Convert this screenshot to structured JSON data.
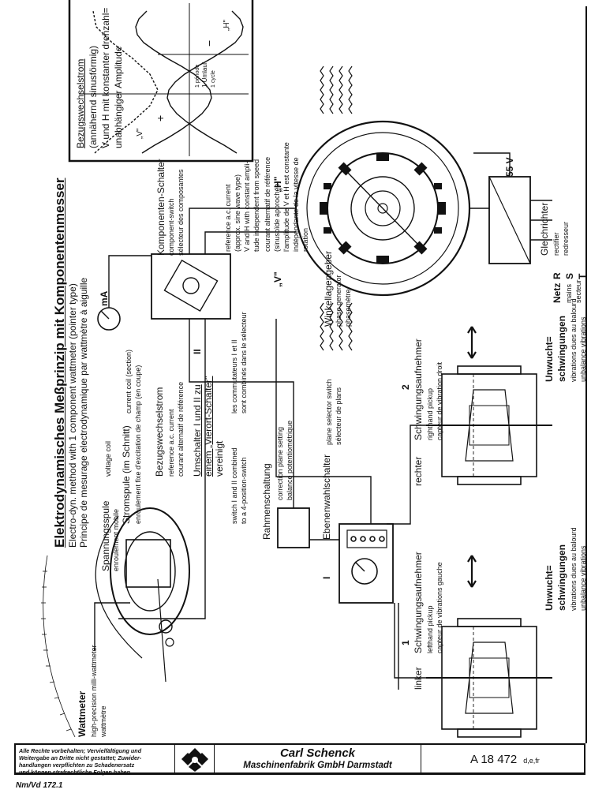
{
  "title": "Elektrodynamisches Meßprinzip mit Komponentenmesser",
  "subtitle_en": "Electro-dyn. method with 1 component wattmeter (pointer type)",
  "subtitle_fr": "Principe de mesurage electrodynamique par wattmètre à aiguille",
  "wattmeter": {
    "de": "Wattmeter",
    "en": "high-precision milli-wattmeter",
    "fr": "wattmètre"
  },
  "voltage_coil": {
    "de": "Spannungsspule",
    "en": "voltage coil",
    "fr": "enroulement mobile"
  },
  "current_coil": {
    "de": "Stromspule (im Schnitt)",
    "en": "current coil (section)",
    "fr": "enroulement fixe d'excitation de champ (en coupe)"
  },
  "ref_current": {
    "de": "Bezugswechselstrom",
    "en": "reference a.c. current",
    "fr": "courant alternatif de référence"
  },
  "switches_combined": {
    "de1": "Umschalter I und II zu",
    "de2": "einem „Vierort-Schalter\"",
    "de3": "vereinigt",
    "en1": "switch I and II combined",
    "en2": "to a 4-position-switch",
    "fr1": "les commutateurs I et II",
    "fr2": "sont combinés dans le sélecteur"
  },
  "frame_circuit": {
    "de": "Rahmenschaltung",
    "en": "correction plane setting",
    "fr": "balance potentiométrique"
  },
  "plane_switch": {
    "de": "Ebenenwahlschalter",
    "en": "plane selector switch",
    "fr": "sélecteur de plans"
  },
  "component_switch": {
    "de": "Komponenten-Schalter",
    "en": "component-switch",
    "fr": "sélecteur des composantes"
  },
  "ma_label": "mA",
  "roman_1": "I",
  "roman_2": "II",
  "ref_note": {
    "en1": "reference a.c. current",
    "en2": "(approx. sine wave type)",
    "en3": "V and H with constant ampli-",
    "en4": "tude independent from speed",
    "fr1": "courant alternatif de référence",
    "fr2": "(sinusoïde approchée)",
    "fr3": "l'amplitude de V et H est constante",
    "fr4": "indépendante de la vitesse de",
    "fr5": "rotation"
  },
  "graph_box": {
    "de1": "Bezugswechselstrom",
    "de2": "(annähernd sinusförmig)",
    "de3": "V und H mit konstanter drehzahl=",
    "de4": "unabhängiger Amplitude",
    "cycle_de": "1 Umlauf",
    "cycle_en": "1 cycle",
    "cycle_fr": "1 période",
    "label_v": "„V\"",
    "label_h": "„H\"",
    "plus": "+",
    "minus": "−"
  },
  "label_v": "„V\"",
  "label_h": "„H\"",
  "phase_gen": {
    "de": "Winkellagengeber",
    "en": "phase generator",
    "fr": "phasemètre"
  },
  "voltage_55": "55 V",
  "rst": {
    "r": "R",
    "s": "S",
    "t": "T"
  },
  "netz": {
    "de": "Netz",
    "en": "mains",
    "fr": "secteur"
  },
  "rectifier": {
    "de": "Gleichrichter",
    "en": "rectifier",
    "fr": "redresseur"
  },
  "pickup_left": {
    "num": "1",
    "side": "linker",
    "de": "Schwingungsaufnehmer",
    "en": "lefthand pickup",
    "fr": "capteur de vibrations gauche"
  },
  "pickup_right": {
    "num": "2",
    "side": "rechter",
    "de": "Schwingungsaufnehmer",
    "en": "righthand pickup",
    "fr": "capteur de vibration droit"
  },
  "unbalance_left": {
    "de1": "Unwucht=",
    "de2": "schwingungen",
    "fr": "vibrations dues au balourd",
    "en": "unbalance vibrations"
  },
  "unbalance_right": {
    "de1": "Unwucht=",
    "de2": "schwingungen",
    "fr": "vibrations dues au balourd",
    "en": "unbalance vibrations"
  },
  "footer": {
    "rights1": "Alle Rechte vorbehalten; Vervielfältigung und",
    "rights2": "Weitergabe an Dritte nicht gestattet; Zuwider-",
    "rights3": "handlungen verpflichten zu Schadenersatz",
    "rights4": "und können strafrechtliche Folgen haben.",
    "company1": "Carl Schenck",
    "company2": "Maschinenfabrik GmbH Darmstadt",
    "drawing_no": "A 18 472",
    "lang": "d,e,fr",
    "ref": "Nm/Vd 172.1"
  }
}
